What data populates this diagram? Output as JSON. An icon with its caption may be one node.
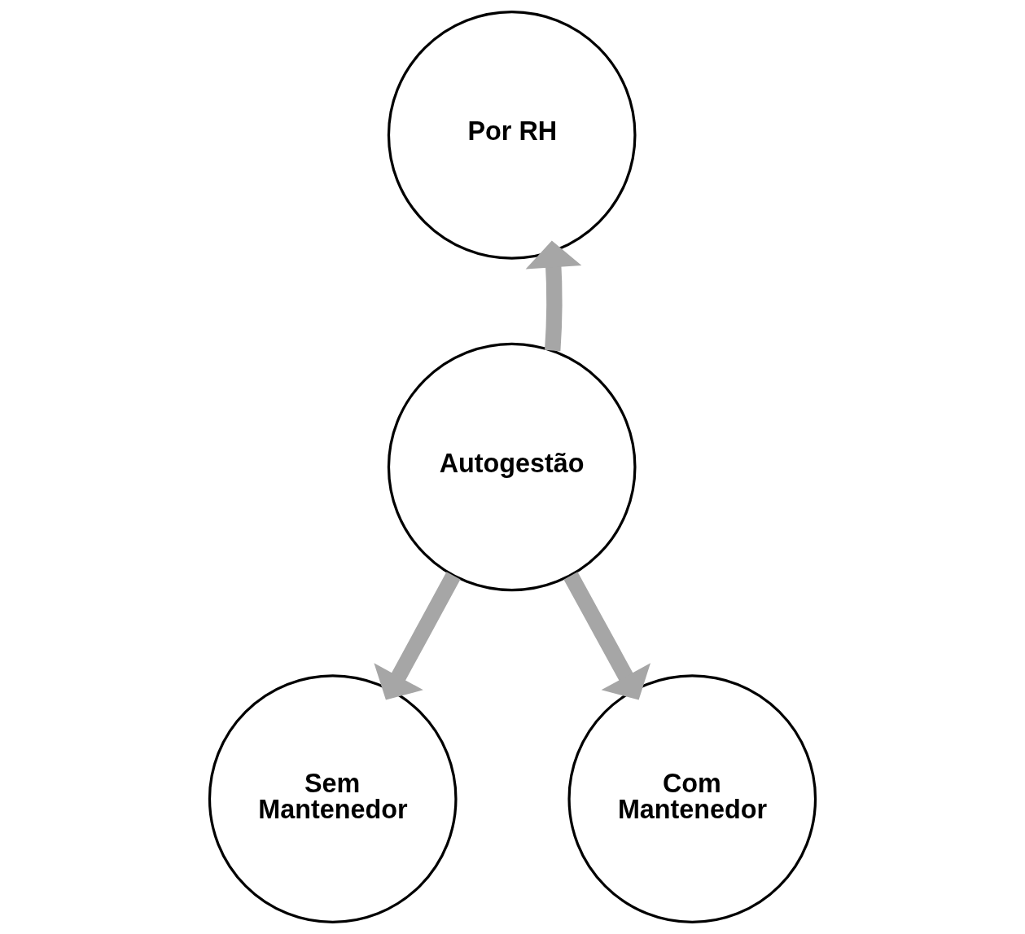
{
  "diagram": {
    "nodes": [
      {
        "text": [
          "Autogestão"
        ]
      },
      {
        "text": [
          "Por RH"
        ]
      },
      {
        "text": [
          "Sem Mantenedor"
        ]
      },
      {
        "text": [
          "Com Mantenedor"
        ]
      }
    ],
    "edges": [
      {
        "from": 0,
        "to": 1,
        "arrow": "to"
      },
      {
        "from": 0,
        "to": 2,
        "arrow": "to"
      },
      {
        "from": 0,
        "to": 3,
        "arrow": "to"
      }
    ]
  }
}
